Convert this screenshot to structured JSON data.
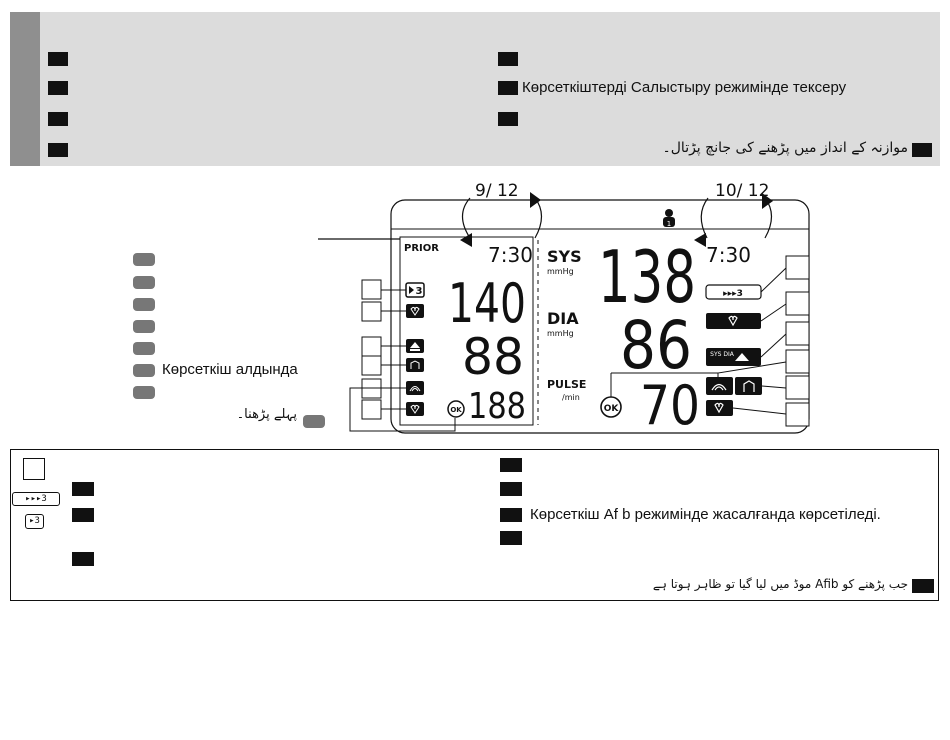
{
  "top_panel": {
    "right_items": [
      {
        "text": ""
      },
      {
        "text": "Көрсеткіштерді Салыстыру режимінде тексеру"
      },
      {
        "text": ""
      },
      {
        "text": "موازنہ کے انداز میں پڑھنے کی جانچ پڑتال۔"
      }
    ]
  },
  "display": {
    "left_date": "9/ 12",
    "right_date": "10/ 12",
    "prior_label": "PRIOR",
    "left_time": "7:30",
    "right_time": "7:30",
    "left_sys": "140",
    "left_dia": "88",
    "left_pulse": "188",
    "right_sys": "138",
    "right_dia": "86",
    "right_pulse": "70",
    "sys_label": "SYS",
    "sys_unit": "mmHg",
    "dia_label": "DIA",
    "dia_unit": "mmHg",
    "pulse_label": "PULSE",
    "pulse_unit": "/min",
    "ok_label": "OK",
    "repeat3_label": "▸▸▸3",
    "repeat_small_label": "▸3",
    "sys_dia_chip": "SYS DIA"
  },
  "legend": {
    "items": [
      {
        "text": ""
      },
      {
        "text": ""
      },
      {
        "text": ""
      },
      {
        "text": ""
      },
      {
        "text": ""
      },
      {
        "text": "Көрсеткіш алдында"
      },
      {
        "text": ""
      }
    ],
    "urdu_note": "پہلے پڑھنا۔"
  },
  "bottom_box": {
    "left_chip_long": "▸▸▸3",
    "left_chip_short": "▸3",
    "right_items": [
      {
        "text": ""
      },
      {
        "text": ""
      },
      {
        "text": "Көрсеткіш Af b режимінде жасалғанда көрсетіледі."
      },
      {
        "text": ""
      }
    ],
    "urdu_note": "جب پڑھنے کو Afib موڈ میں لیا گیا تو ظاہر ہوتا ہے"
  },
  "colors": {
    "panel_bg": "#dcdcdc",
    "panel_strip": "#8f8f8f",
    "legend_pill": "#777777",
    "ink": "#111111"
  }
}
